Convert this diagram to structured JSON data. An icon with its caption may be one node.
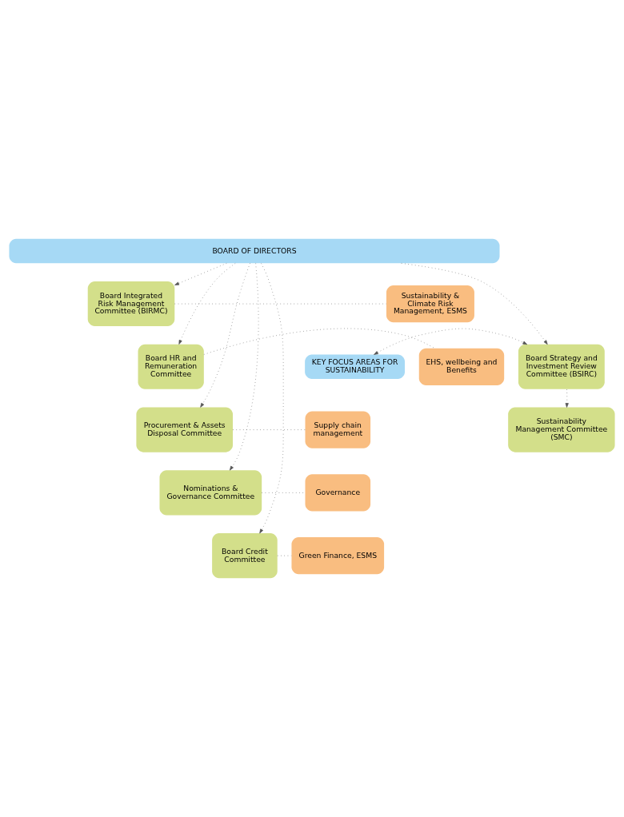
{
  "diagram": {
    "nodes": [
      {
        "text": [
          "BOARD OF DIRECTORS"
        ]
      },
      {
        "text": [
          "Board Integrated Risk Management Committee (BIRMC)"
        ]
      },
      {
        "text": [
          "Sustainability & Climate Risk Management, ESMS"
        ]
      },
      {
        "text": [
          "Board HR and Remuneration Committee"
        ]
      },
      {
        "text": [
          "EHS, wellbeing and Benefits"
        ]
      },
      {
        "text": [
          "Procurement & Assets Disposal Committee"
        ]
      },
      {
        "text": [
          "Supply chain management"
        ]
      },
      {
        "text": [
          "Nominations & Governance Committee"
        ]
      },
      {
        "text": [
          "Governance"
        ]
      },
      {
        "text": [
          "Board Credit Committee"
        ]
      },
      {
        "text": [
          "Green Finance, ESMS"
        ]
      },
      {
        "text": [
          "KEY FOCUS AREAS FOR SUSTAINABILITY"
        ]
      },
      {
        "text": [
          "Board Strategy and Investment Review Committee (BSIRC)"
        ]
      },
      {
        "text": [
          "Sustainability Management Committee (SMC)"
        ]
      }
    ],
    "edges": [
      {
        "from": 0,
        "to": 1,
        "arrow": "to"
      },
      {
        "from": 0,
        "to": 3,
        "arrow": "to"
      },
      {
        "from": 0,
        "to": 5,
        "arrow": "to"
      },
      {
        "from": 0,
        "to": 7,
        "arrow": "to"
      },
      {
        "from": 0,
        "to": 9,
        "arrow": "to"
      },
      {
        "from": 1,
        "to": 2,
        "arrow": "none"
      },
      {
        "from": 3,
        "to": 4,
        "arrow": "none"
      },
      {
        "from": 5,
        "to": 6,
        "arrow": "none"
      },
      {
        "from": 7,
        "to": 8,
        "arrow": "none"
      },
      {
        "from": 9,
        "to": 10,
        "arrow": "none"
      },
      {
        "from": 0,
        "to": 12,
        "arrow": "to"
      },
      {
        "from": 11,
        "to": 12,
        "arrow": "both"
      },
      {
        "from": 12,
        "to": 13,
        "arrow": "to"
      }
    ]
  }
}
